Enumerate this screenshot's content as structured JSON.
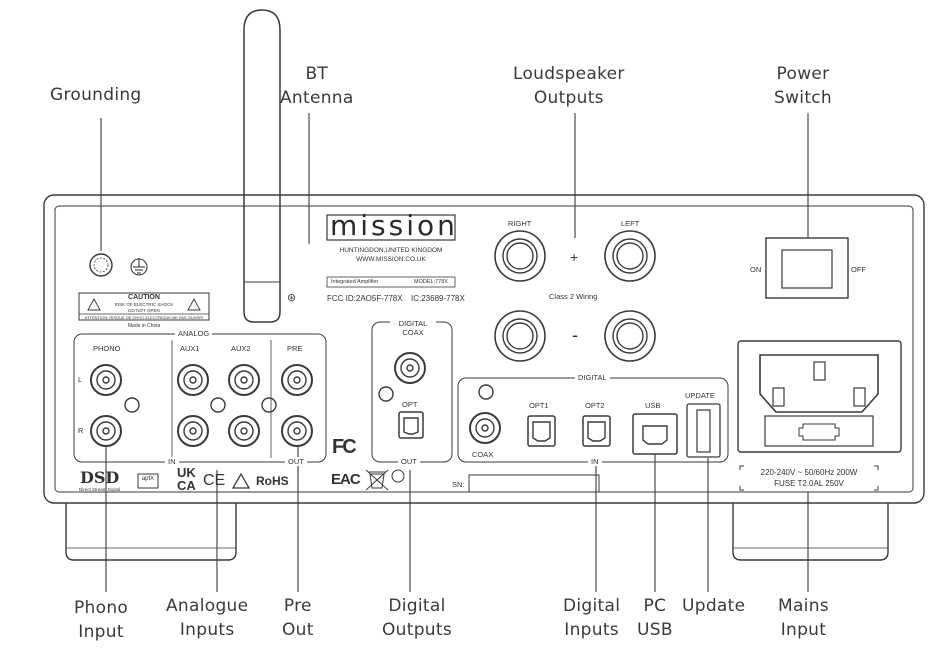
{
  "callouts": {
    "grounding": "Grounding",
    "bt_antenna": [
      "BT",
      "Antenna"
    ],
    "loudspeaker": [
      "Loudspeaker",
      "Outputs"
    ],
    "power_switch": [
      "Power",
      "Switch"
    ],
    "phono_input": [
      "Phono",
      "Input"
    ],
    "analogue_inputs": [
      "Analogue",
      "Inputs"
    ],
    "pre_out": [
      "Pre",
      "Out"
    ],
    "digital_outputs": [
      "Digital",
      "Outputs"
    ],
    "digital_inputs": [
      "Digital",
      "Inputs"
    ],
    "pc_usb": [
      "PC",
      "USB"
    ],
    "update": "Update",
    "mains_input": [
      "Mains",
      "Input"
    ]
  },
  "panel": {
    "brand": "mission",
    "address_line1": "HUNTINGDON,UNITED KINGDOM",
    "address_line2": "WWW.MISSION.CO.UK",
    "product": "Integrated Amplifier",
    "model": "MODEL:778X",
    "fcc": "FCC ID:2AO5F-778X",
    "ic": "IC:23689-778X",
    "caution_title": "CAUTION",
    "caution_line1": "RISK OF ELECTRIC SHOCK",
    "caution_line2": "DO NOT OPEN",
    "caution_line3": "ATTENTION: RISQUE DE CHOC ELECTRIQUE-NE PAS OUVRIR",
    "made_in": "Made in China",
    "analog_label": "ANALOG",
    "phono": "PHONO",
    "aux1": "AUX1",
    "aux2": "AUX2",
    "pre": "PRE",
    "l": "L",
    "r": "R",
    "in": "IN",
    "out": "OUT",
    "digital_coax_line1": "DIGITAL",
    "digital_coax_line2": "COAX",
    "opt": "OPT",
    "digital_label": "DIGITAL",
    "coax": "COAX",
    "opt1": "OPT1",
    "opt2": "OPT2",
    "usb": "USB",
    "update": "UPDATE",
    "right": "RIGHT",
    "left": "LEFT",
    "plus": "+",
    "minus": "-",
    "class2": "Class 2 Wiring",
    "on": "ON",
    "off": "OFF",
    "mains_spec1": "220-240V ~ 50/60Hz 200W",
    "mains_spec2": "FUSE T2.0AL 250V",
    "sn": "SN:",
    "dsd": "DSD",
    "dsd_sub": "Direct Stream Digital",
    "aptx": "aptX",
    "ukca1": "UK",
    "ukca2": "CA",
    "ce": "CE",
    "rohs": "RoHS",
    "eac": "EAC",
    "fc": "FC"
  },
  "colors": {
    "line": "#3a3a3a",
    "panel_fill": "#ffffff"
  }
}
